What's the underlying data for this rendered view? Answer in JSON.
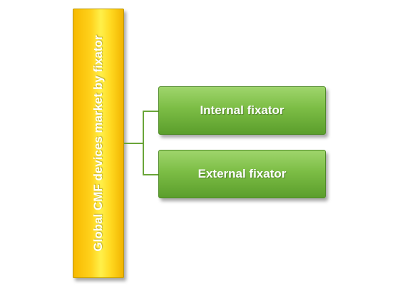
{
  "root": {
    "label": "Global CMF devices market by fixator"
  },
  "children": [
    {
      "label": "Internal fixator"
    },
    {
      "label": "External fixator"
    }
  ],
  "colors": {
    "root_fill": "#ffd21c",
    "child_fill": "#7cbd45",
    "connector": "#6aa539"
  }
}
